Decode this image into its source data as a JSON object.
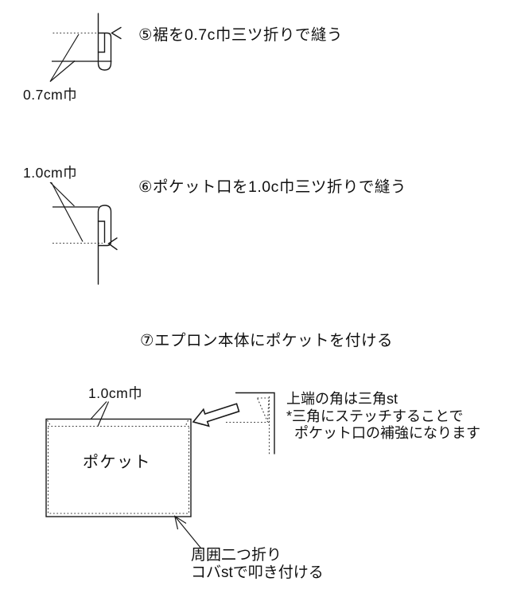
{
  "figure": {
    "background": "#ffffff",
    "ink": "#1a1a1a",
    "steps": {
      "hem": {
        "title": "⑤裾を0.7c巾三ツ折りで縫う",
        "width_label": "0.7cm巾"
      },
      "pocket_mouth": {
        "title": "⑥ポケット口を1.0c巾三ツ折りで縫う",
        "width_label": "1.0cm巾"
      },
      "attach_pocket": {
        "title": "⑦エプロン本体にポケットを付ける",
        "width_label": "1.0cm巾",
        "pocket_label": "ポケット",
        "corner_note": {
          "line1": "上端の角は三角st",
          "line2": "*三角にステッチすることで",
          "line3": "ポケット口の補強になります"
        },
        "bottom_note": {
          "line1": "周囲二つ折り",
          "line2": "コバstで叩き付ける"
        }
      }
    }
  }
}
